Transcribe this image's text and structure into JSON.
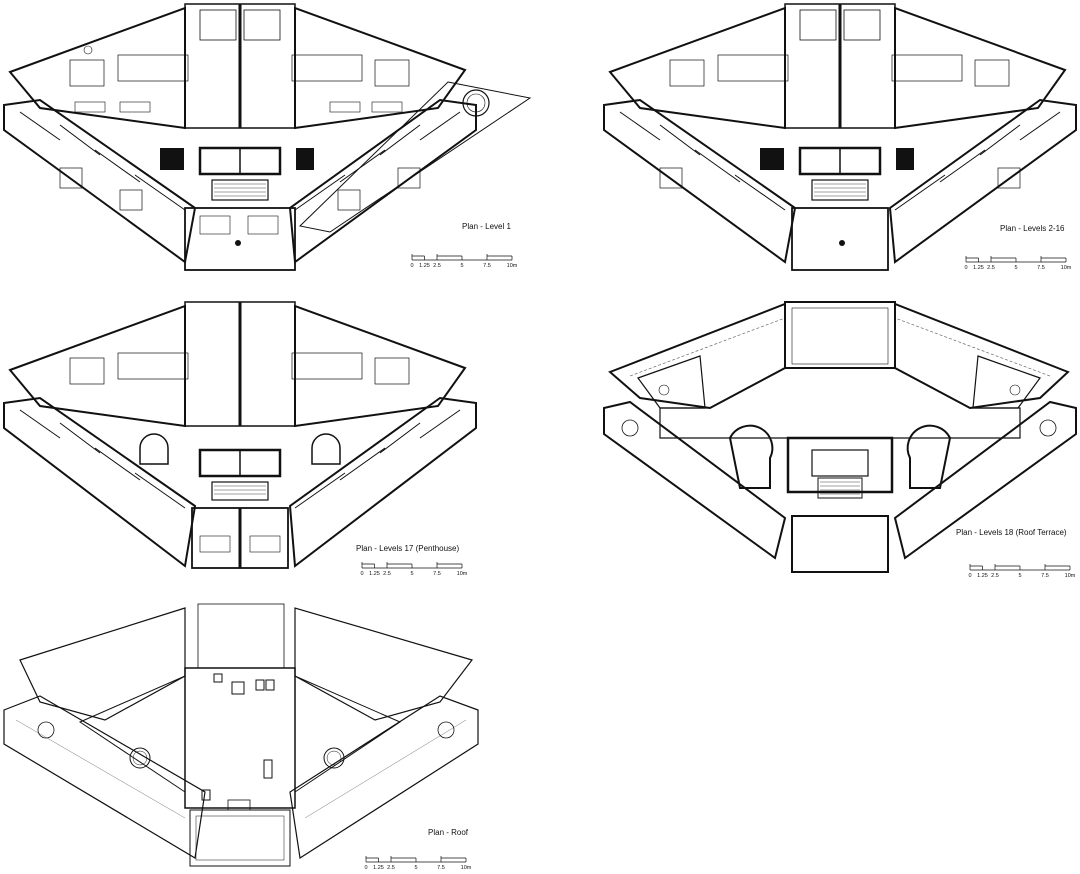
{
  "scale_labels": [
    "0",
    "1.25",
    "2.5",
    "5",
    "7.5",
    "10m"
  ],
  "plans": [
    {
      "title": "Plan - Level 1"
    },
    {
      "title": "Plan - Levels 2-16"
    },
    {
      "title": "Plan - Levels 17 (Penthouse)"
    },
    {
      "title": "Plan - Levels 18 (Roof Terrace)"
    },
    {
      "title": "Plan - Roof"
    }
  ]
}
